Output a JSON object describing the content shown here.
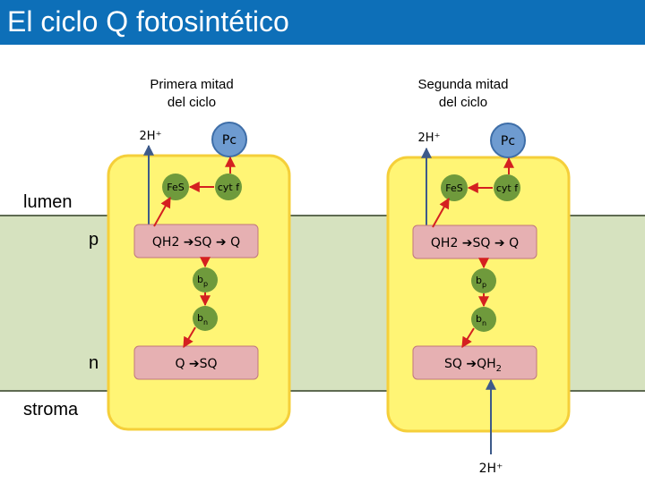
{
  "title": "El ciclo Q fotosintético",
  "colors": {
    "title_bar": "#0d6fb8",
    "membrane": "#d6e2bf",
    "membrane_line": "#5f6b52",
    "cell_fill": "#fff575",
    "cell_stroke": "#f5cf3a",
    "box_fill": "#e6b0b2",
    "box_stroke": "#c0787c",
    "green_node": "#6f9a3c",
    "blue_node": "#6e9bd0",
    "arrow": "#d42020",
    "proton_arrow": "#3d5a8a"
  },
  "side_labels": {
    "lumen": "lumen",
    "p": "p",
    "n": "n",
    "stroma": "stroma"
  },
  "panels": [
    {
      "heading_line1": "Primera mitad",
      "heading_line2": "del ciclo",
      "proton_top": "2H⁺",
      "pc": "Pc",
      "fes": "FeS",
      "cytf": "cyt f",
      "top_box": "QH2 ➔SQ ➔ Q",
      "bp_main": "b",
      "bp_sub": "p",
      "bn_main": "b",
      "bn_sub": "n",
      "bottom_box": "Q ➔SQ"
    },
    {
      "heading_line1": "Segunda mitad",
      "heading_line2": "del ciclo",
      "proton_top": "2H⁺",
      "pc": "Pc",
      "fes": "FeS",
      "cytf": "cyt f",
      "top_box": "QH2 ➔SQ ➔ Q",
      "bp_main": "b",
      "bp_sub": "p",
      "bn_main": "b",
      "bn_sub": "n",
      "bottom_box_main": "SQ ➔QH",
      "bottom_box_sub": "2",
      "proton_bottom": "2H⁺"
    }
  ]
}
